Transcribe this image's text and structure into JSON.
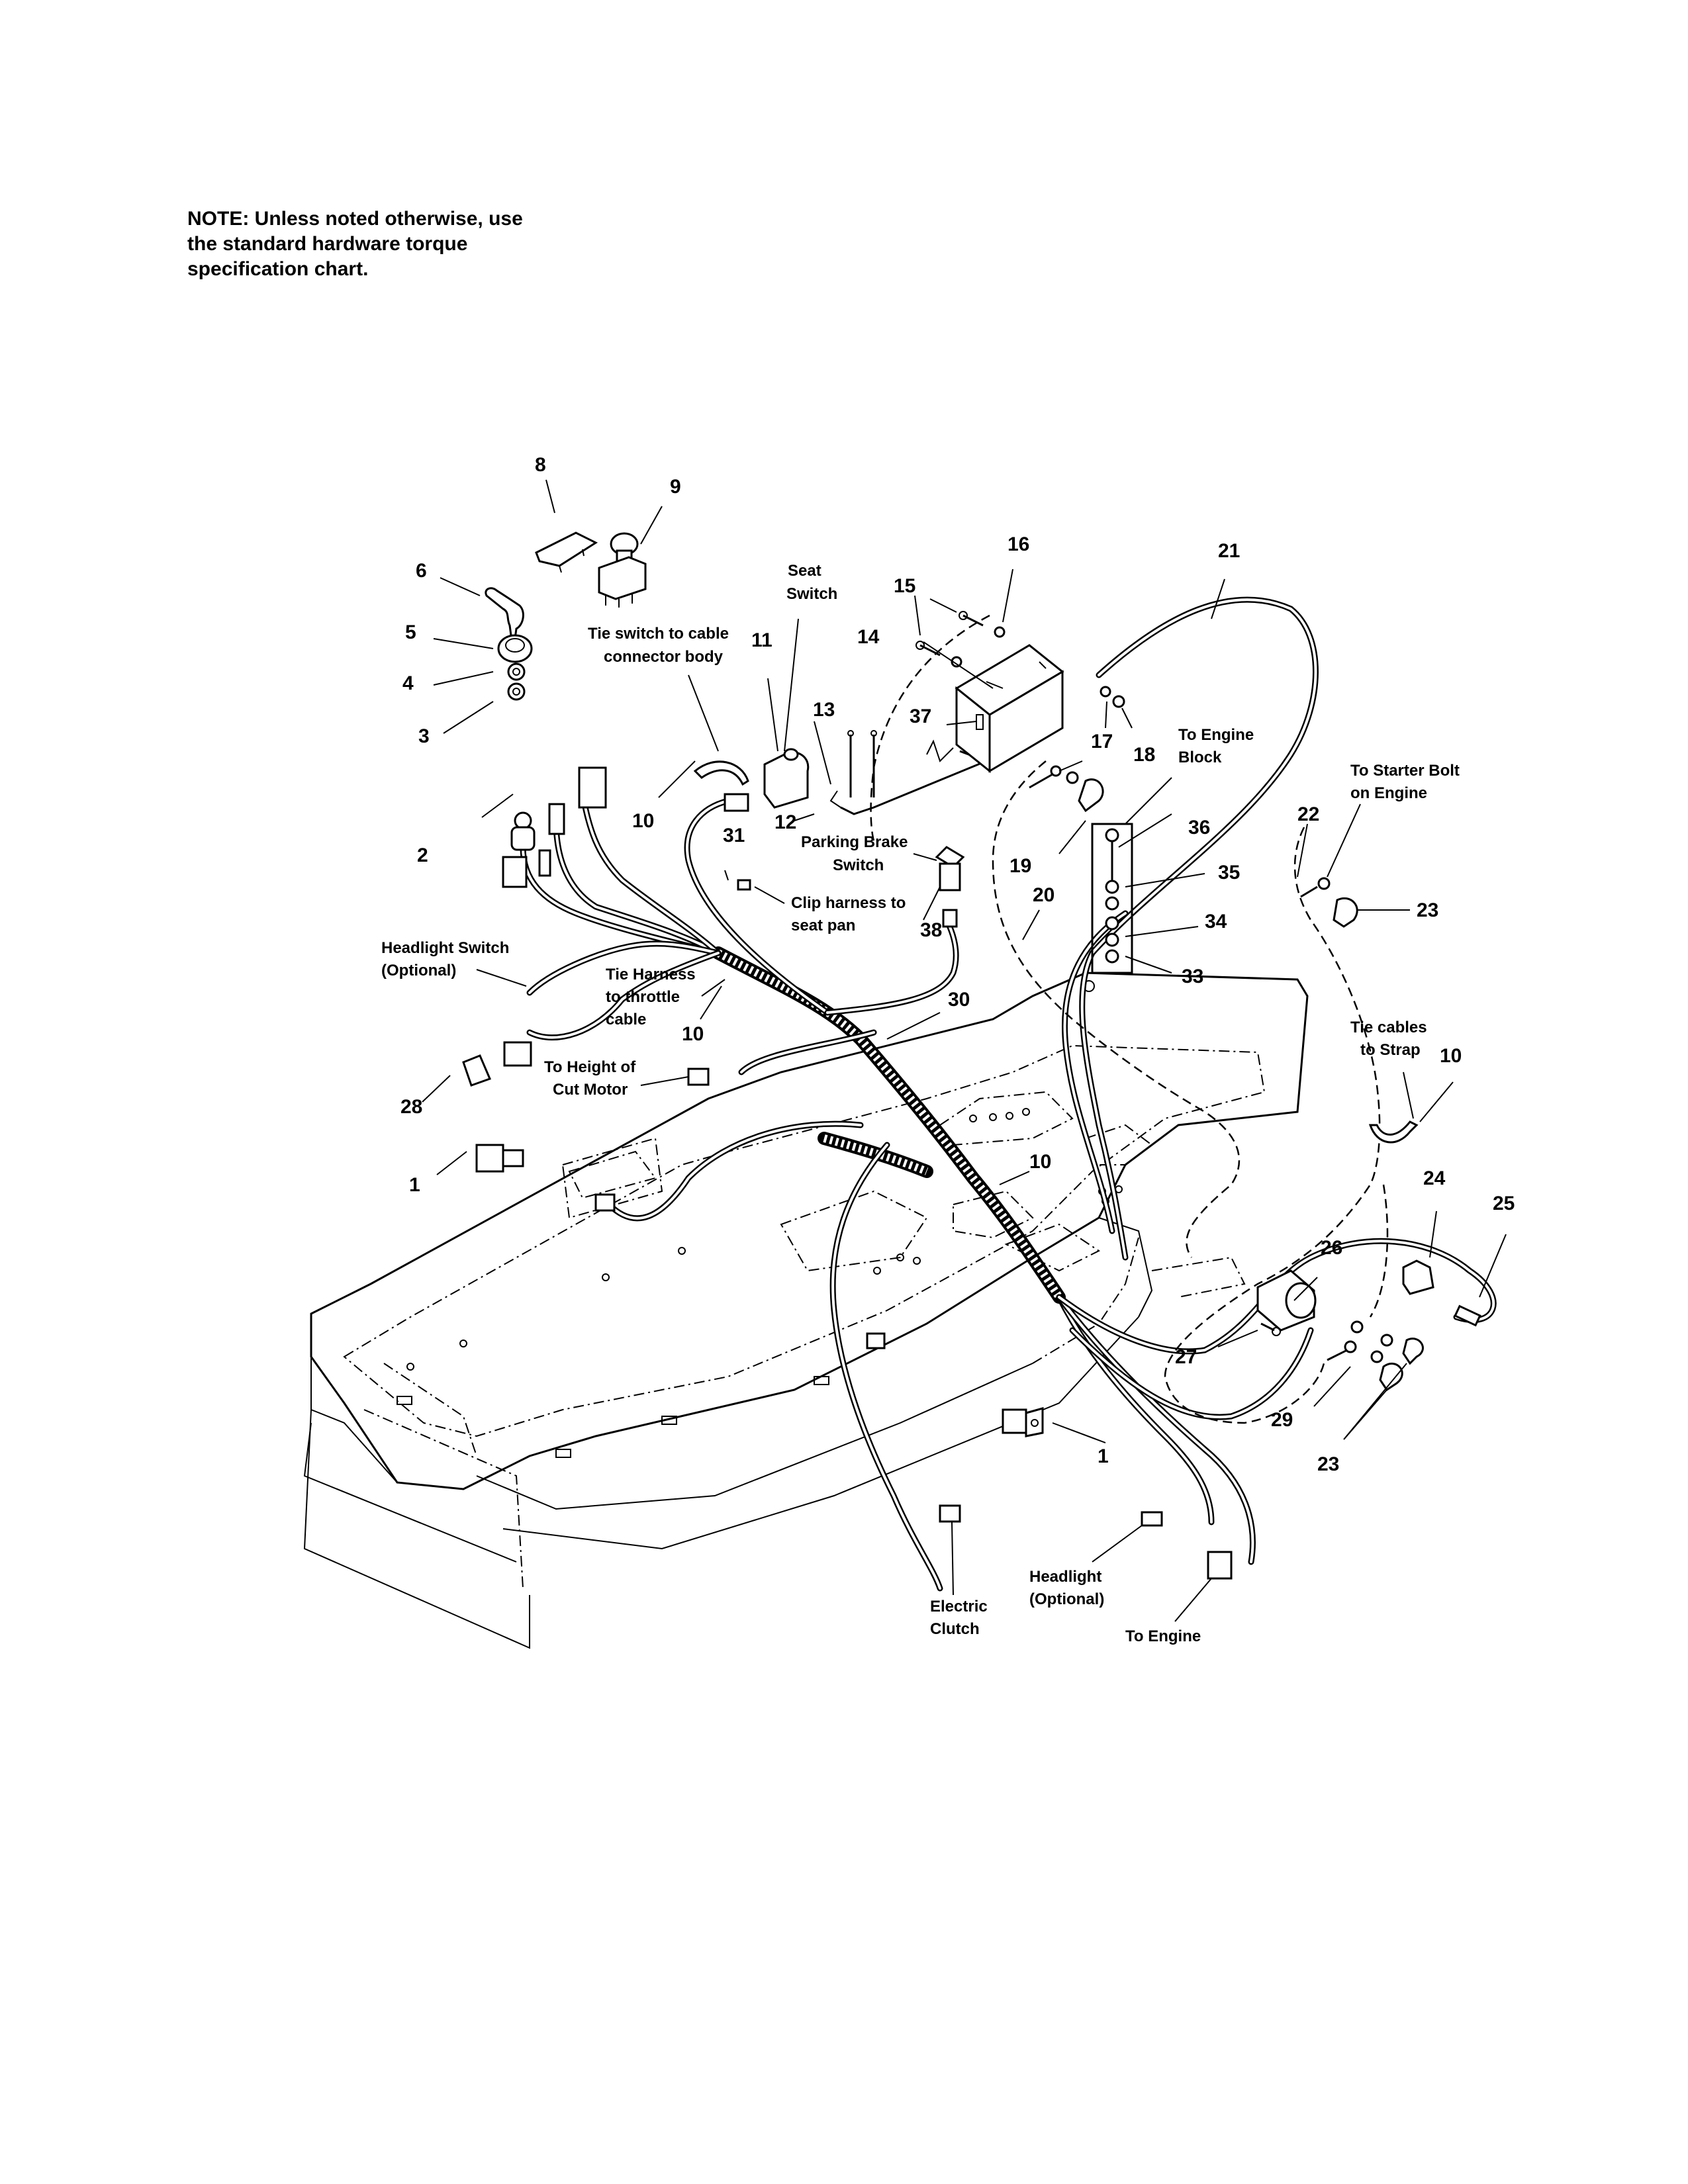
{
  "note": {
    "text": "NOTE: Unless noted otherwise, use the standard hardware torque specification chart."
  },
  "callouts": {
    "n1a": "1",
    "n1b": "1",
    "n2": "2",
    "n3": "3",
    "n4": "4",
    "n5": "5",
    "n6": "6",
    "n8": "8",
    "n9": "9",
    "n10a": "10",
    "n10b": "10",
    "n10c": "10",
    "n10d": "10",
    "n11": "11",
    "n12": "12",
    "n13": "13",
    "n14": "14",
    "n15": "15",
    "n16": "16",
    "n17": "17",
    "n18": "18",
    "n19": "19",
    "n20": "20",
    "n21": "21",
    "n22": "22",
    "n23a": "23",
    "n23b": "23",
    "n24": "24",
    "n25": "25",
    "n26": "26",
    "n27": "27",
    "n28": "28",
    "n29": "29",
    "n30": "30",
    "n31": "31",
    "n33": "33",
    "n34": "34",
    "n35": "35",
    "n36": "36",
    "n37": "37",
    "n38": "38"
  },
  "annotations": {
    "seat_switch": [
      "Seat",
      "Switch"
    ],
    "tie_switch": [
      "Tie switch to cable",
      "connector body"
    ],
    "parking_brake": [
      "Parking Brake",
      "Switch"
    ],
    "clip_harness": [
      "Clip harness to",
      "seat pan"
    ],
    "to_engine_block": [
      "To Engine",
      "Block"
    ],
    "to_starter_bolt": [
      "To Starter Bolt",
      "on Engine"
    ],
    "headlight_switch": [
      "Headlight Switch",
      "(Optional)"
    ],
    "tie_harness": [
      "Tie Harness",
      "to throttle",
      "cable"
    ],
    "height_of_cut": [
      "To Height of",
      "Cut Motor"
    ],
    "tie_cables": [
      "Tie cables",
      "to Strap"
    ],
    "electric_clutch": [
      "Electric",
      "Clutch"
    ],
    "headlight": [
      "Headlight",
      "(Optional)"
    ],
    "to_engine": [
      "To Engine"
    ]
  }
}
